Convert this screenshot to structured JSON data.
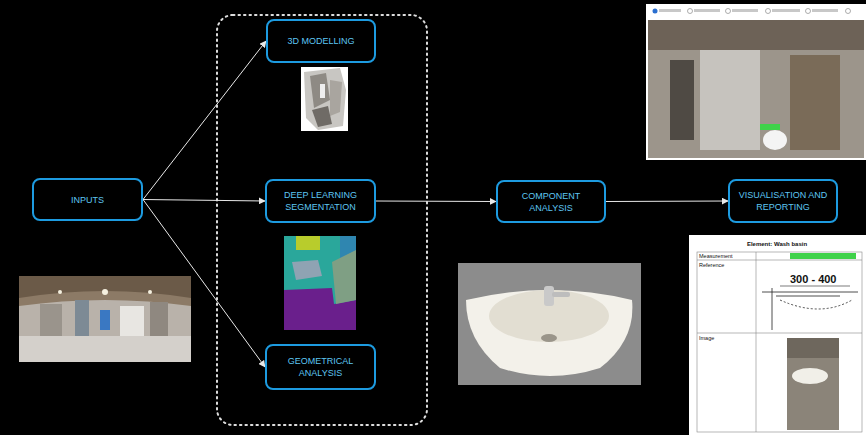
{
  "diagram": {
    "nodes": [
      {
        "text": [
          "INPUTS"
        ]
      },
      {
        "text": [
          "3D MODELLING"
        ]
      },
      {
        "text": [
          "DEEP LEARNING SEGMENTATION"
        ]
      },
      {
        "text": [
          "GEOMETRICAL ANALYSIS"
        ]
      },
      {
        "text": [
          "COMPONENT ANALYSIS"
        ]
      },
      {
        "text": [
          "VISUALISATION AND REPORTING"
        ]
      }
    ],
    "edges": [
      {
        "from": 0,
        "to": 1,
        "arrow": "to"
      },
      {
        "from": 0,
        "to": 2,
        "arrow": "to"
      },
      {
        "from": 0,
        "to": 3,
        "arrow": "to"
      },
      {
        "from": 2,
        "to": 4,
        "arrow": "to"
      },
      {
        "from": 4,
        "to": 5,
        "arrow": "to"
      }
    ],
    "labels": [
      "Element: Wash basin",
      "Measurement",
      "Reference",
      "300 - 400",
      "Image"
    ]
  }
}
